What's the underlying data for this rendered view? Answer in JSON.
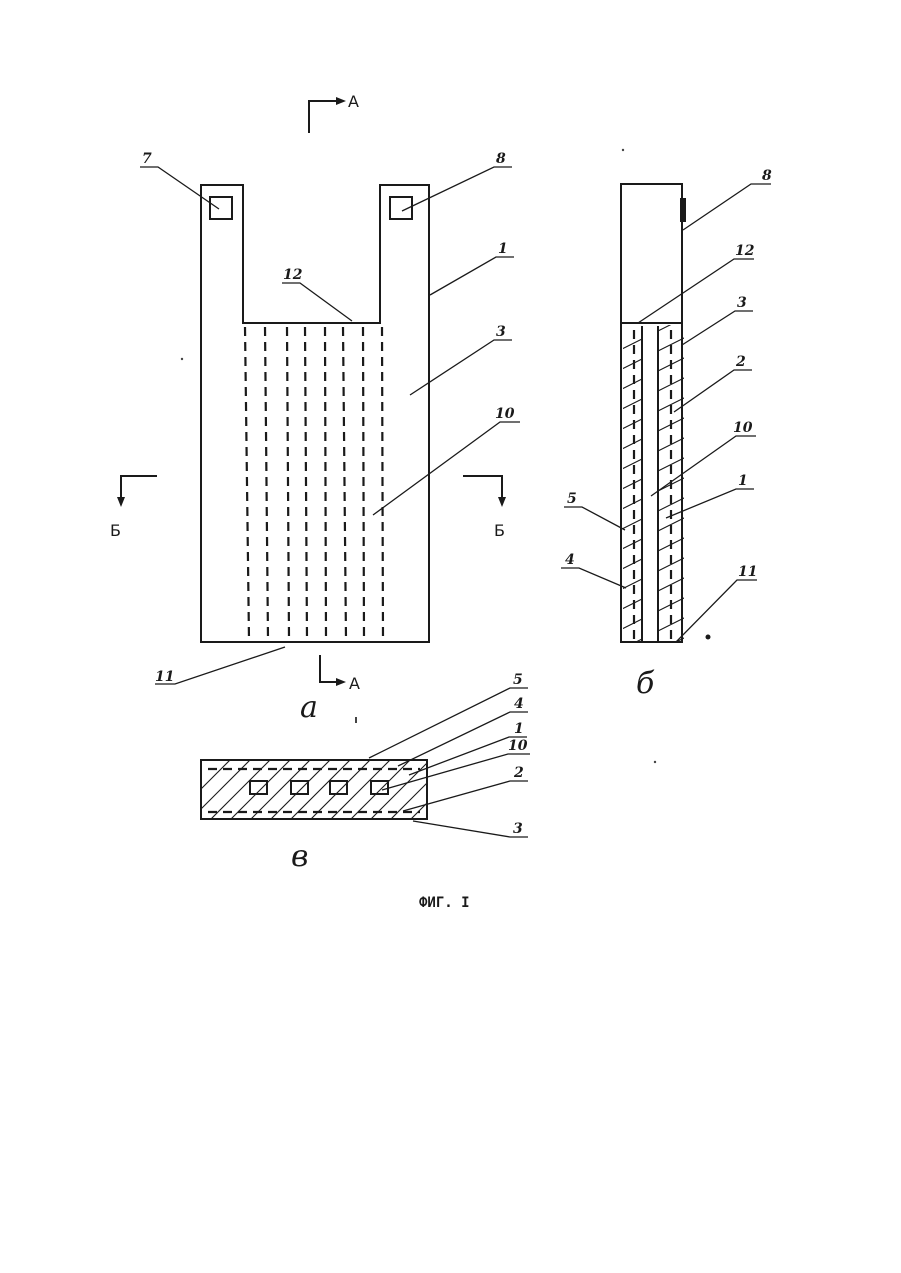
{
  "section_marks": {
    "a": "A",
    "b": "Б"
  },
  "views": {
    "front": "а",
    "side": "б",
    "section": "в"
  },
  "labels": {
    "n1": "1",
    "n2": "2",
    "n3": "3",
    "n4": "4",
    "n5": "5",
    "n7": "7",
    "n8": "8",
    "n10": "10",
    "n11": "11",
    "n12": "12"
  },
  "caption": "ФИГ. I"
}
